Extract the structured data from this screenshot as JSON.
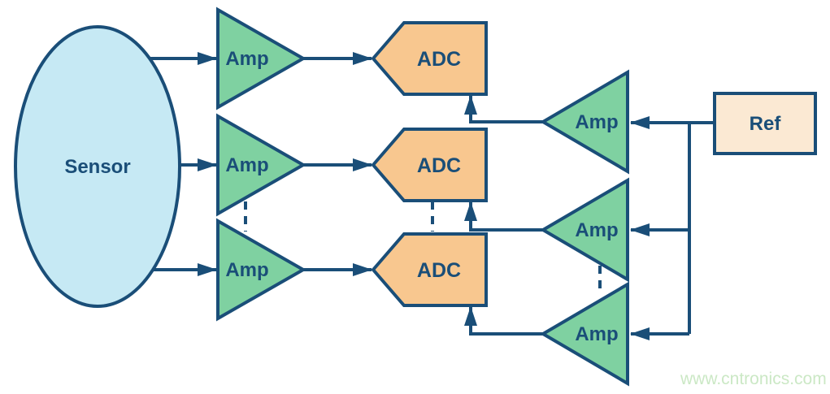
{
  "colors": {
    "navy": "#1a4e78",
    "amp_green": "#7fd1a1",
    "sensor_blue": "#c6e9f4",
    "adc_orange": "#f8c78f",
    "ref_cream": "#fbe9d3",
    "watermark_green": "#cbe8c5",
    "background": "#ffffff"
  },
  "diagram": {
    "sensor": {
      "label": "Sensor"
    },
    "signal_amps": [
      {
        "label": "Amp"
      },
      {
        "label": "Amp"
      },
      {
        "label": "Amp"
      }
    ],
    "adcs": [
      {
        "label": "ADC"
      },
      {
        "label": "ADC"
      },
      {
        "label": "ADC"
      }
    ],
    "ref_amps": [
      {
        "label": "Amp"
      },
      {
        "label": "Amp"
      },
      {
        "label": "Amp"
      }
    ],
    "ref_source": {
      "label": "Ref"
    },
    "watermark": {
      "text": "www.cntronics.com"
    }
  }
}
